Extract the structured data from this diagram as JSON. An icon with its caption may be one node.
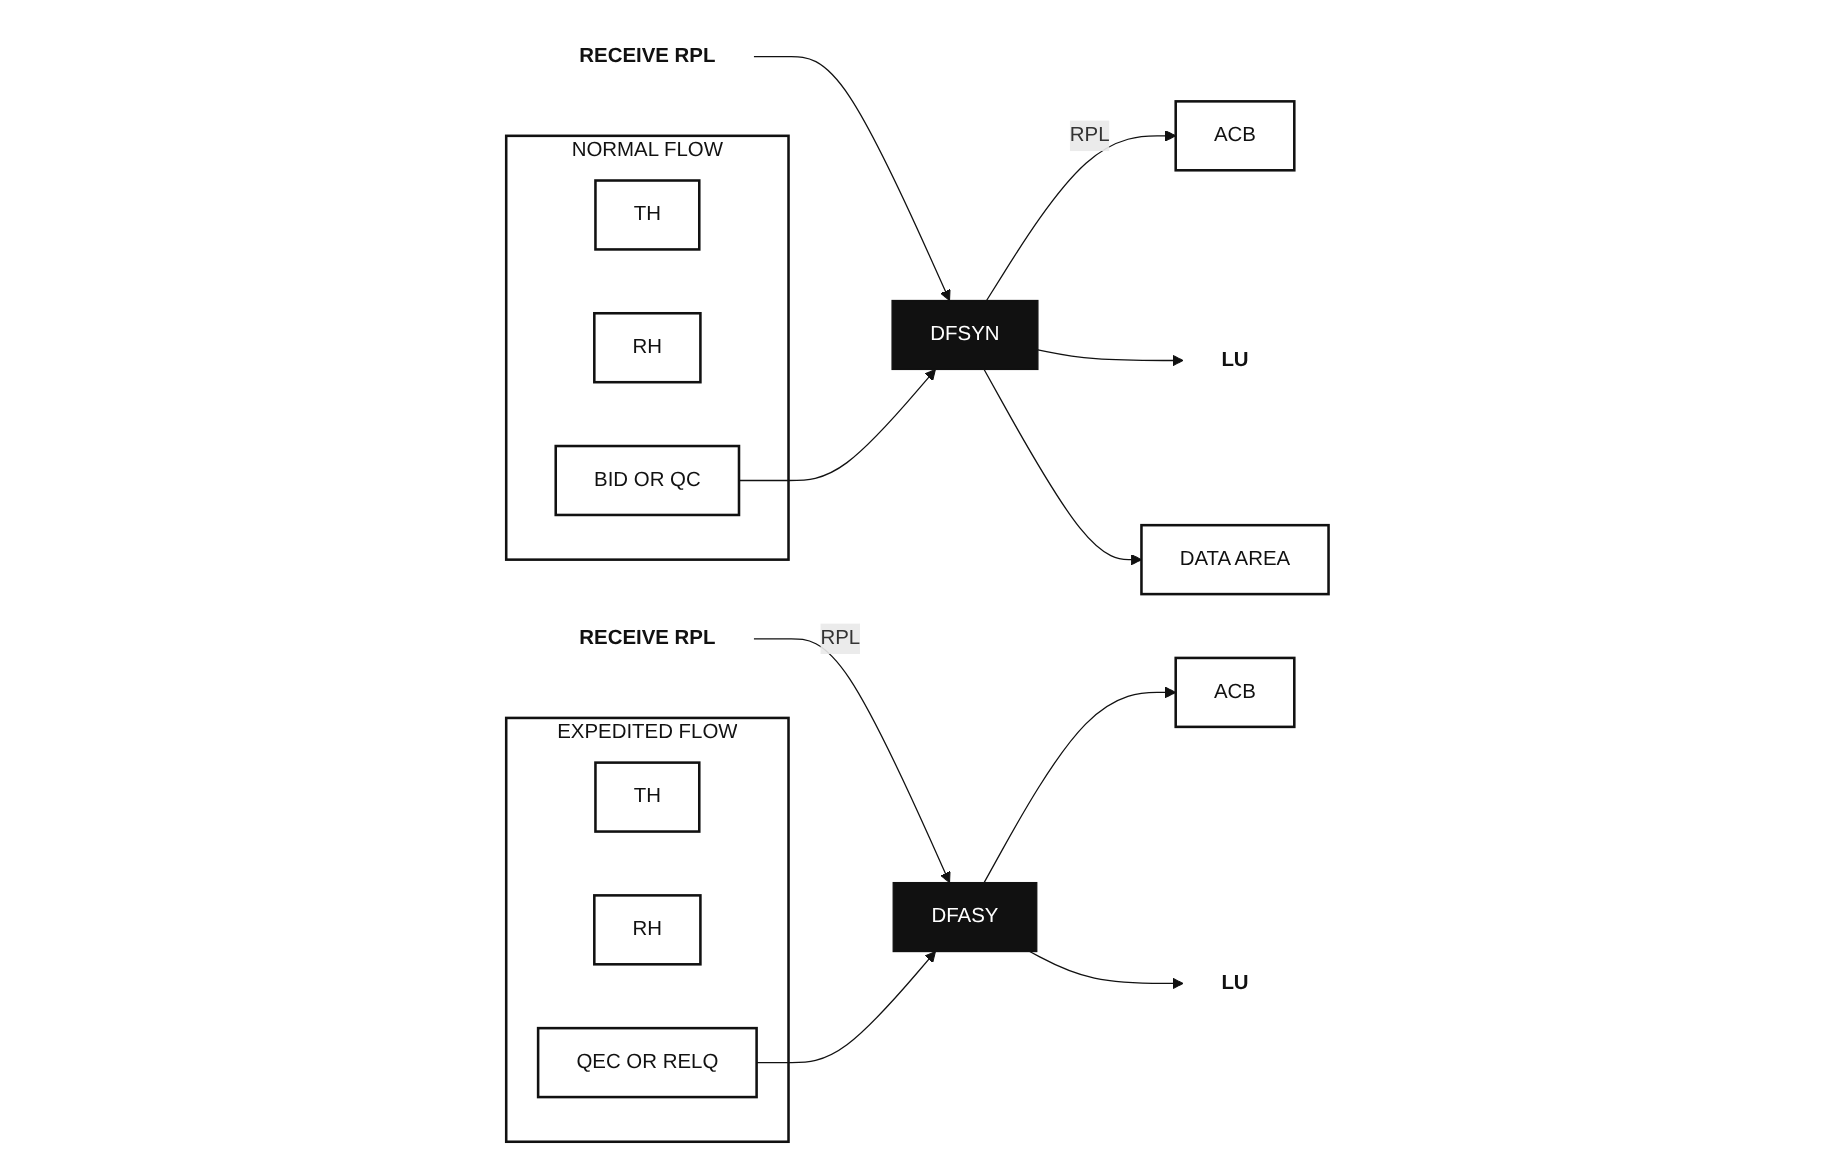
{
  "diagram": {
    "nodes": [
      {
        "text": [
          "RECEIVE RPL"
        ]
      },
      {
        "text": [
          "DFSYN"
        ]
      },
      {
        "text": [
          "ACB"
        ]
      },
      {
        "text": [
          "LU"
        ]
      },
      {
        "text": [
          "NORMAL FLOW"
        ]
      },
      {
        "text": [
          "TH"
        ],
        "in": 4
      },
      {
        "text": [
          "RH"
        ],
        "in": 4
      },
      {
        "text": [
          "BID OR QC"
        ],
        "in": 4
      },
      {
        "text": [
          "DATA AREA"
        ]
      },
      {
        "text": [
          "RECEIVE RPL"
        ]
      },
      {
        "text": [
          "DFASY"
        ]
      },
      {
        "text": [
          "ACB"
        ]
      },
      {
        "text": [
          "LU"
        ]
      },
      {
        "text": [
          "EXPEDITED FLOW"
        ]
      },
      {
        "text": [
          "TH"
        ],
        "in": 13
      },
      {
        "text": [
          "RH"
        ],
        "in": 13
      },
      {
        "text": [
          "QEC OR RELQ"
        ],
        "in": 13
      }
    ],
    "edges": [
      {
        "from": 0,
        "to": 1,
        "arrow": "to"
      },
      {
        "from": 1,
        "to": 2,
        "arrow": "to",
        "label": "RPL"
      },
      {
        "from": 1,
        "to": 3,
        "arrow": "to"
      },
      {
        "from": 7,
        "to": 1,
        "arrow": "to"
      },
      {
        "from": 1,
        "to": 8,
        "arrow": "to"
      },
      {
        "from": 9,
        "to": 10,
        "arrow": "to",
        "label": "RPL"
      },
      {
        "from": 10,
        "to": 11,
        "arrow": "to"
      },
      {
        "from": 10,
        "to": 12,
        "arrow": "to"
      },
      {
        "from": 16,
        "to": 10,
        "arrow": "to"
      }
    ]
  }
}
